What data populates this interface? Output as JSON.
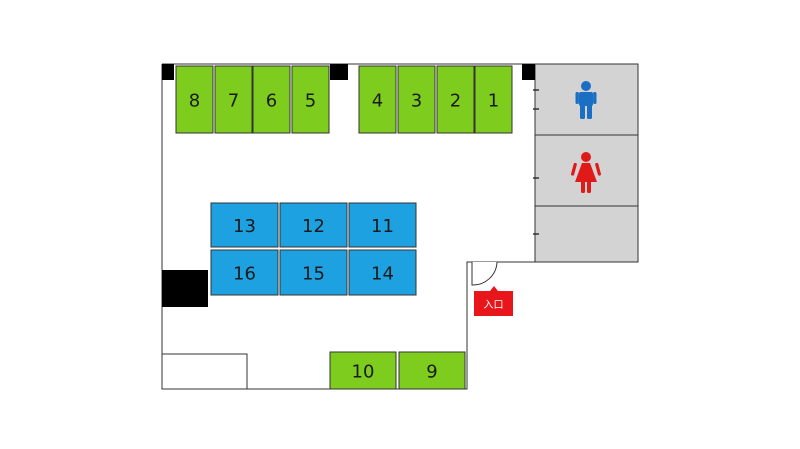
{
  "colors": {
    "green_table": "#7dcc1e",
    "blue_table": "#1ea1e0",
    "restroom_bg": "#d3d3d3",
    "male_icon": "#1a6fc4",
    "female_icon": "#e01919",
    "entrance_badge": "#e8151b",
    "pillar": "#000000",
    "wall": "#333333"
  },
  "tables": {
    "top_row": [
      "8",
      "7",
      "6",
      "5",
      "4",
      "3",
      "2",
      "1"
    ],
    "center_upper": [
      "13",
      "12",
      "11"
    ],
    "center_lower": [
      "16",
      "15",
      "14"
    ],
    "bottom": [
      "10",
      "9"
    ]
  },
  "entrance": {
    "label": "入口"
  },
  "restrooms": {
    "top": "male-icon",
    "middle": "female-icon",
    "bottom": ""
  }
}
